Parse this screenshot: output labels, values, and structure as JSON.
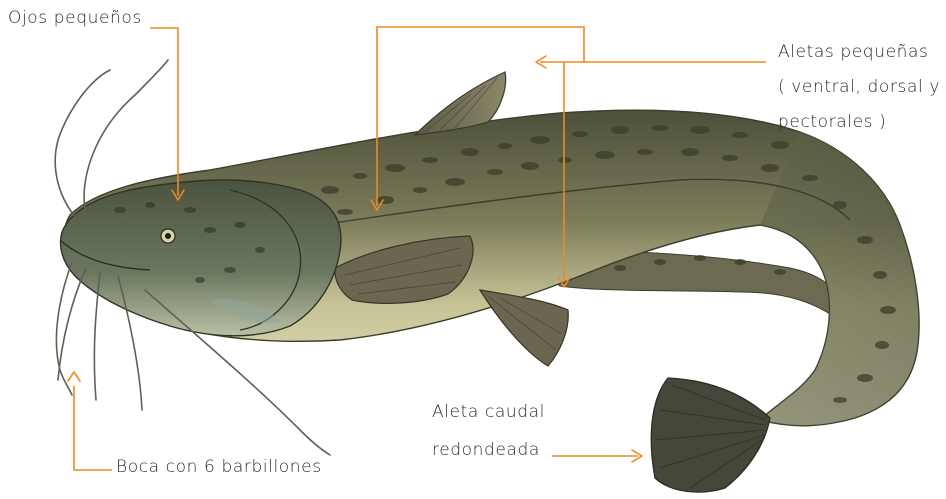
{
  "labels": {
    "eyes": "Ojos pequeños",
    "fins_line1": "Aletas pequeñas",
    "fins_line2": "( ventral, dorsal y",
    "fins_line3": "pectorales )",
    "tail_line1": "Aleta caudal",
    "tail_line2": "redondeada",
    "mouth": "Boca con 6 barbillones"
  },
  "colors": {
    "leader_line": "#ee8a1f",
    "label_text": "#2b2b2b",
    "body_back": "#6f7052",
    "body_belly": "#dfdcb4",
    "spots": "#3b3d2a",
    "head": "#5d6a55",
    "gill": "#8fa59a"
  },
  "icons": [
    "arrow-down-icon",
    "arrow-left-icon",
    "arrow-right-icon",
    "arrow-up-icon"
  ]
}
